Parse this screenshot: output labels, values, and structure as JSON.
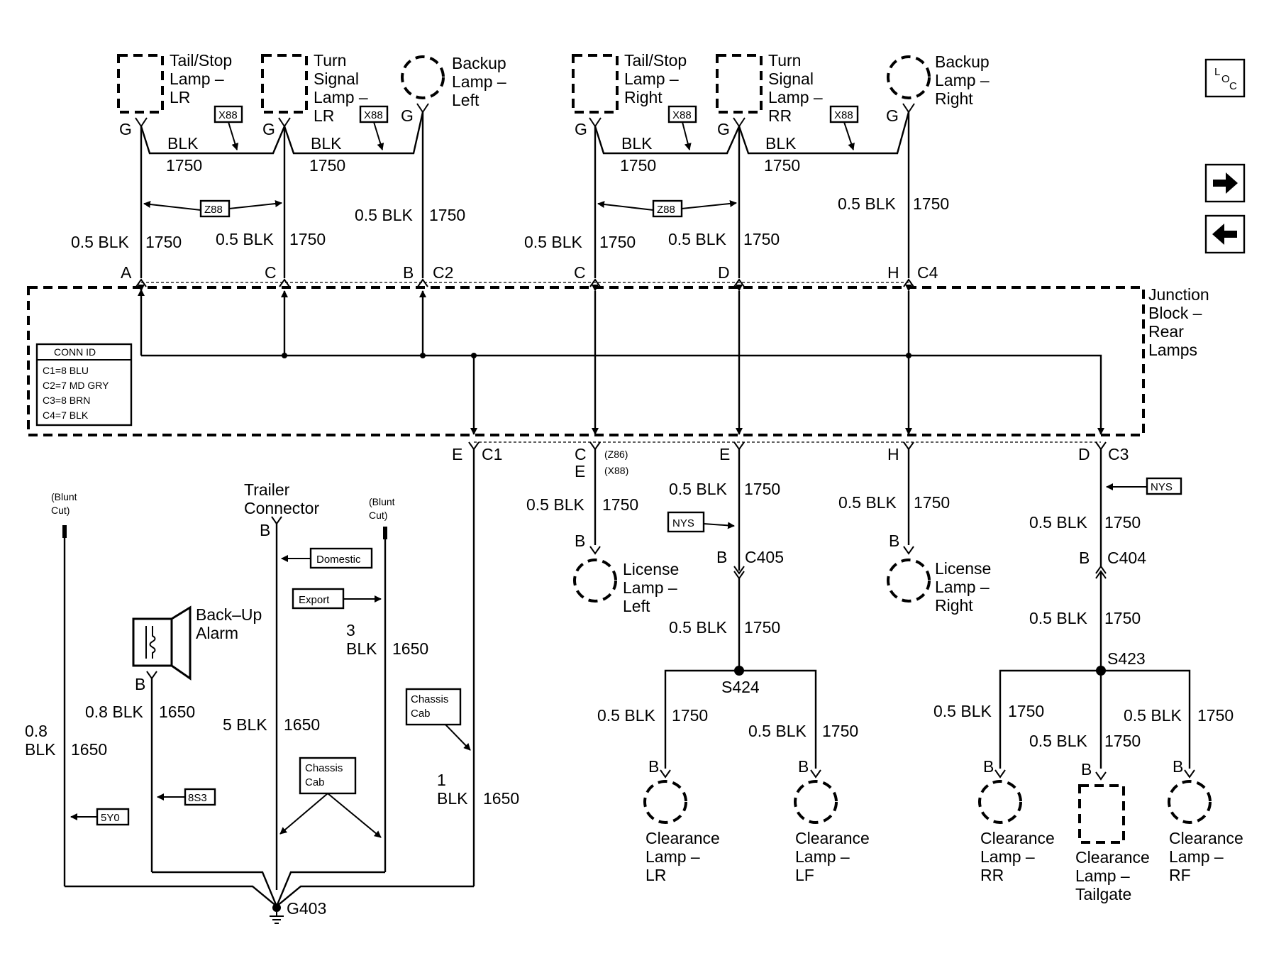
{
  "nav": {
    "loc_label": "LOC",
    "forward_icon": "arrow-right-icon",
    "back_icon": "arrow-left-icon"
  },
  "components": {
    "tail_stop_lr": [
      "Tail/Stop",
      "Lamp –",
      "LR"
    ],
    "turn_signal_lr": [
      "Turn",
      "Signal",
      "Lamp –",
      "LR"
    ],
    "backup_left": [
      "Backup",
      "Lamp –",
      "Left"
    ],
    "tail_stop_right": [
      "Tail/Stop",
      "Lamp –",
      "Right"
    ],
    "turn_signal_rr": [
      "Turn",
      "Signal",
      "Lamp –",
      "RR"
    ],
    "backup_right": [
      "Backup",
      "Lamp –",
      "Right"
    ],
    "junction_block": [
      "Junction",
      "Block –",
      "Rear",
      "Lamps"
    ],
    "license_left": [
      "License",
      "Lamp –",
      "Left"
    ],
    "license_right": [
      "License",
      "Lamp –",
      "Right"
    ],
    "trailer_connector": [
      "Trailer",
      "Connector"
    ],
    "backup_alarm": [
      "Back–Up",
      "Alarm"
    ],
    "clearance_lr": [
      "Clearance",
      "Lamp –",
      "LR"
    ],
    "clearance_lf": [
      "Clearance",
      "Lamp –",
      "LF"
    ],
    "clearance_rr": [
      "Clearance",
      "Lamp –",
      "RR"
    ],
    "clearance_tailgate": [
      "Clearance",
      "Lamp –",
      "Tailgate"
    ],
    "clearance_rf": [
      "Clearance",
      "Lamp –",
      "RF"
    ],
    "blunt_cut": [
      "(Blunt",
      "Cut)"
    ]
  },
  "conn_table": {
    "header": "CONN ID",
    "rows": [
      "C1=8 BLU",
      "C2=7 MD GRY",
      "C3=8 BRN",
      "C4=7 BLK"
    ]
  },
  "options": {
    "x88": "X88",
    "z88": "Z88",
    "nys": "NYS",
    "domestic": "Domestic",
    "export": "Export",
    "chassis_cab": [
      "Chassis",
      "Cab"
    ],
    "s8s3": "8S3",
    "s5y0": "5Y0",
    "z86_note": "(Z86)",
    "x88_note": "(X88)"
  },
  "wires": {
    "blk": "BLK",
    "circuit_1750": "1750",
    "circuit_1650": "1650",
    "blk05": "0.5 BLK",
    "blk08": "0.8 BLK",
    "blk08_split": [
      "0.8",
      "BLK"
    ],
    "blk5": "5 BLK",
    "num3": "3",
    "num1": "1"
  },
  "connectors": {
    "C1": "C1",
    "C2": "C2",
    "C3": "C3",
    "C4": "C4",
    "C405": "C405",
    "C404": "C404",
    "S424": "S424",
    "S423": "S423",
    "G403": "G403"
  },
  "pins": {
    "A": "A",
    "B": "B",
    "C": "C",
    "D": "D",
    "E": "E",
    "G": "G",
    "H": "H"
  }
}
